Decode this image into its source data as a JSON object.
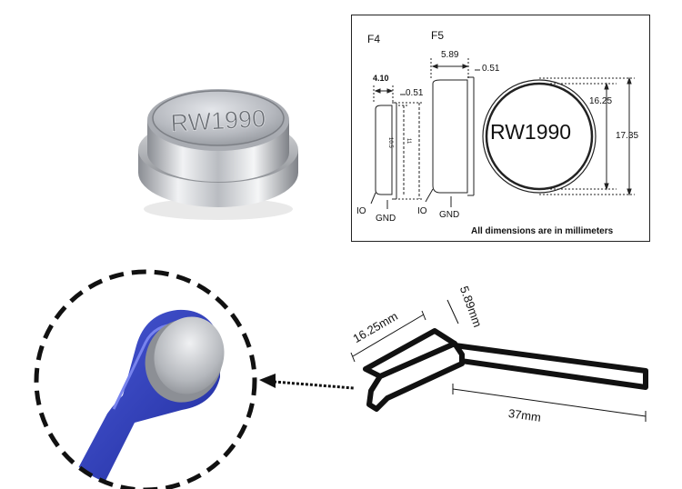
{
  "product_photo": {
    "engraving": "RW1990"
  },
  "dimension_drawing": {
    "variant_f4": "F4",
    "variant_f5": "F5",
    "f4_width": "4.10",
    "f4_rim": "0.51",
    "f4_inner_height": "10.5",
    "f4_outer_height": "11",
    "f5_width": "5.89",
    "f5_rim": "0.51",
    "face_diameter": "16.25",
    "outer_diameter": "17.35",
    "face_text": "RW1990",
    "io_label": "IO",
    "gnd_label": "GND",
    "note": "All dimensions are in millimeters"
  },
  "fob_drawing": {
    "button_dim": "16.25mm",
    "height_dim": "5.89mm",
    "handle_dim": "37mm"
  }
}
